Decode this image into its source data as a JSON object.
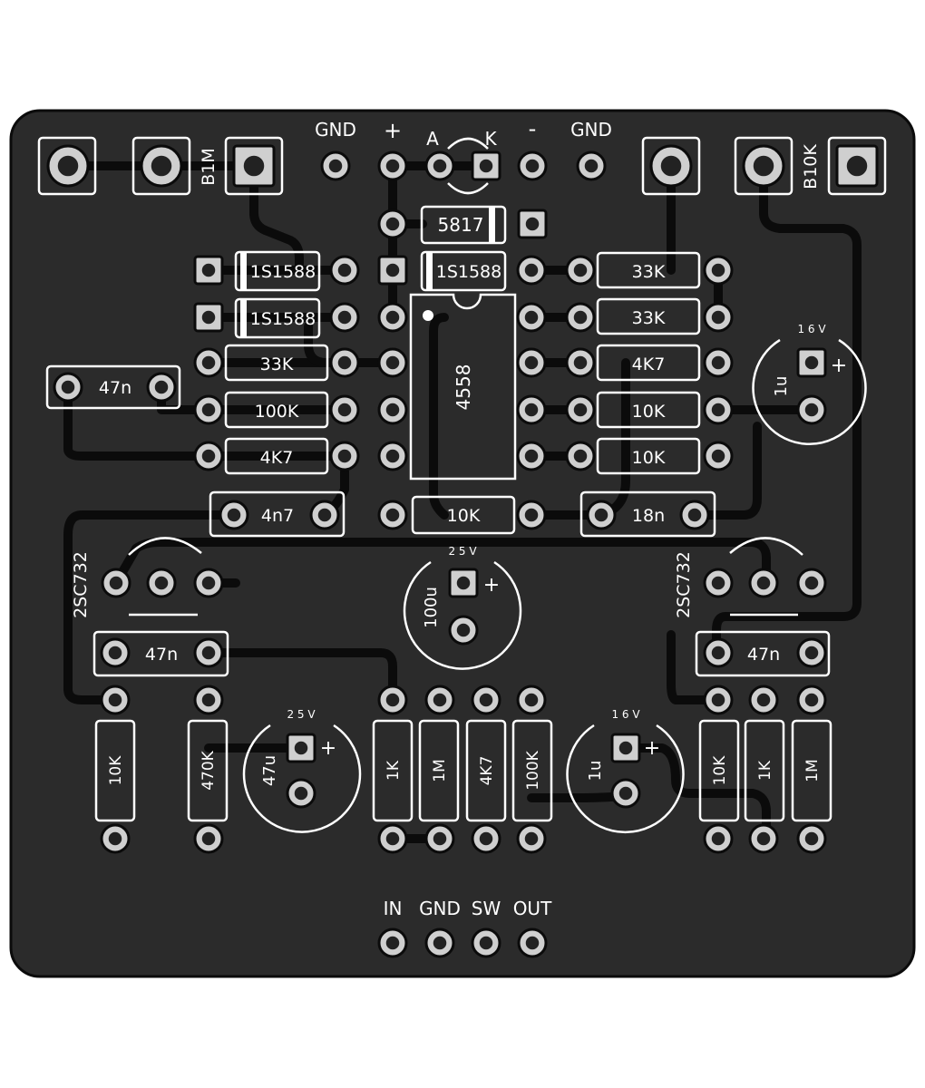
{
  "colors": {
    "board": "#2b2b2b",
    "trace": "#0b0b0b",
    "silk": "#ffffff",
    "copper": "#cfcfcf",
    "hole": "#222222"
  },
  "top_labels": {
    "gnd_left": "GND",
    "plus": "+",
    "a": "A",
    "k": "K",
    "minus": "-",
    "gnd_right": "GND"
  },
  "pots": {
    "left": "B1M",
    "right": "B10K"
  },
  "diodes": {
    "d_5817": "5817",
    "d_1": "1S1588",
    "d_2": "1S1588",
    "d_3": "1S1588"
  },
  "ic": "4558",
  "resistors": {
    "r_33k_a": "33K",
    "r_100k_a": "100K",
    "r_4k7_a": "4K7",
    "r_33k_b": "33K",
    "r_33k_c": "33K",
    "r_4k7_b": "4K7",
    "r_10k_a": "10K",
    "r_10k_b": "10K",
    "r_10k_c": "10K",
    "r_10k_d": "10K",
    "r_470k": "470K",
    "r_1k_a": "1K",
    "r_1m_a": "1M",
    "r_4k7_c": "4K7",
    "r_100k_b": "100K",
    "r_10k_e": "10K",
    "r_1k_b": "1K",
    "r_1m_b": "1M"
  },
  "caps": {
    "c_47n_a": "47n",
    "c_4n7": "4n7",
    "c_18n": "18n",
    "c_47n_b": "47n",
    "c_47n_c": "47n"
  },
  "electrolytics": {
    "e_1u_a": {
      "value": "1u",
      "voltage": "1 6 V"
    },
    "e_100u": {
      "value": "100u",
      "voltage": "2 5 V"
    },
    "e_47u": {
      "value": "47u",
      "voltage": "2 5 V"
    },
    "e_1u_b": {
      "value": "1u",
      "voltage": "1 6 V"
    },
    "polarity": "+"
  },
  "transistors": {
    "q_left": "2SC732",
    "q_right": "2SC732"
  },
  "io_labels": {
    "in": "IN",
    "gnd": "GND",
    "sw": "SW",
    "out": "OUT"
  }
}
